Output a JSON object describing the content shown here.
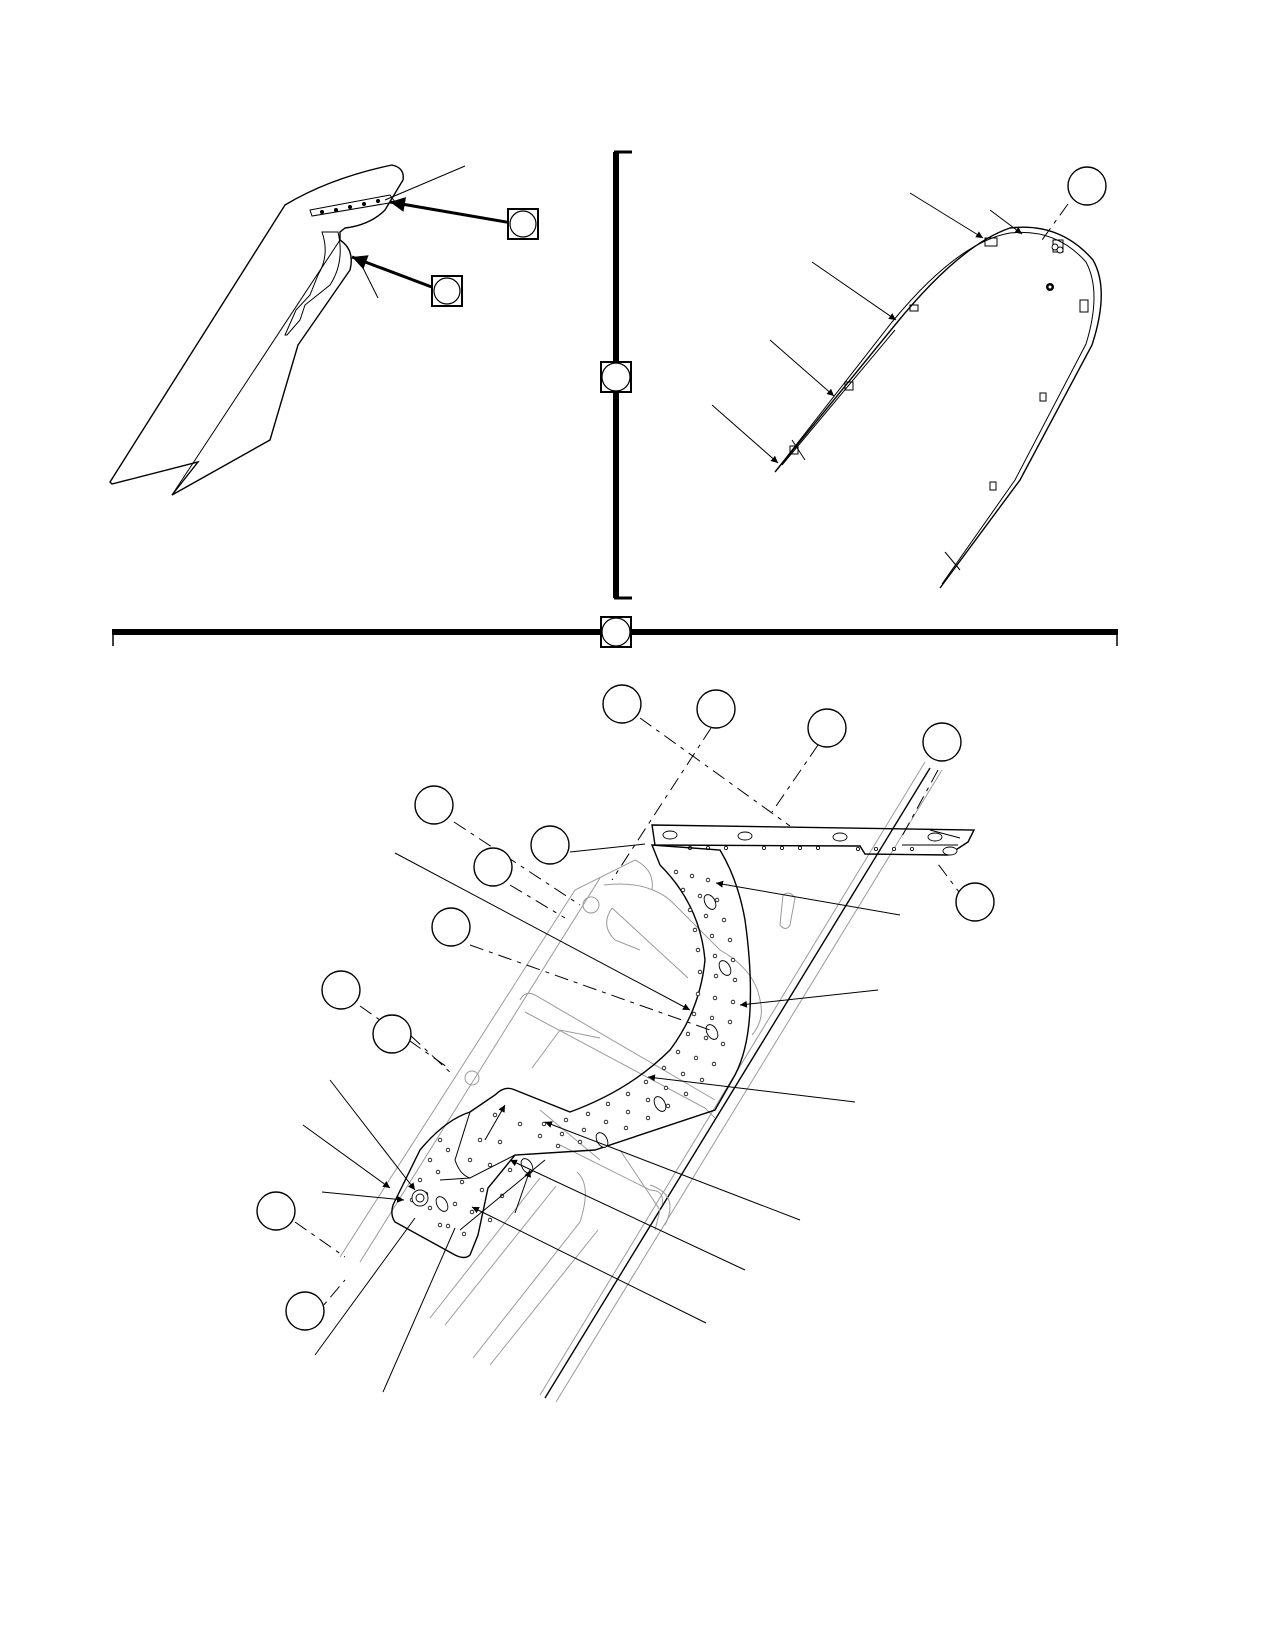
{
  "sheet": {
    "description_visible_text": [],
    "accent_color": "#000000",
    "background_color": "#ffffff"
  },
  "views": {
    "detail_left": {
      "callouts": 2
    },
    "detail_right": {
      "callouts": 1
    },
    "main_view": {
      "callouts": 14
    }
  },
  "icons": {
    "circle_callout": "circle-callout-icon",
    "square_callout": "square-callout-icon",
    "leader_arrow": "arrow-icon"
  }
}
